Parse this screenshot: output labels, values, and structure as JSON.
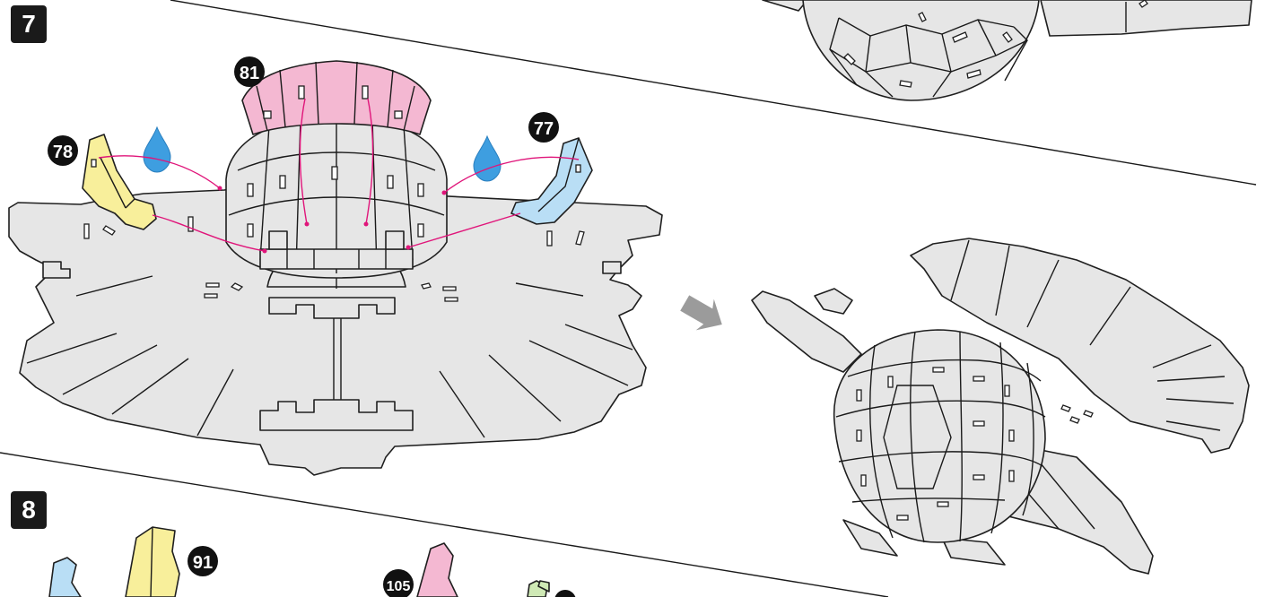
{
  "steps": [
    {
      "number": "7"
    },
    {
      "number": "8"
    }
  ],
  "callouts": {
    "p81": "81",
    "p78": "78",
    "p77": "77",
    "p91": "91",
    "p105": "105"
  },
  "colors": {
    "glue_drop": "#3e9ee0",
    "callout_bg": "#111111",
    "arrow_magenta": "#e0157a",
    "result_arrow": "#9b9b9b"
  }
}
